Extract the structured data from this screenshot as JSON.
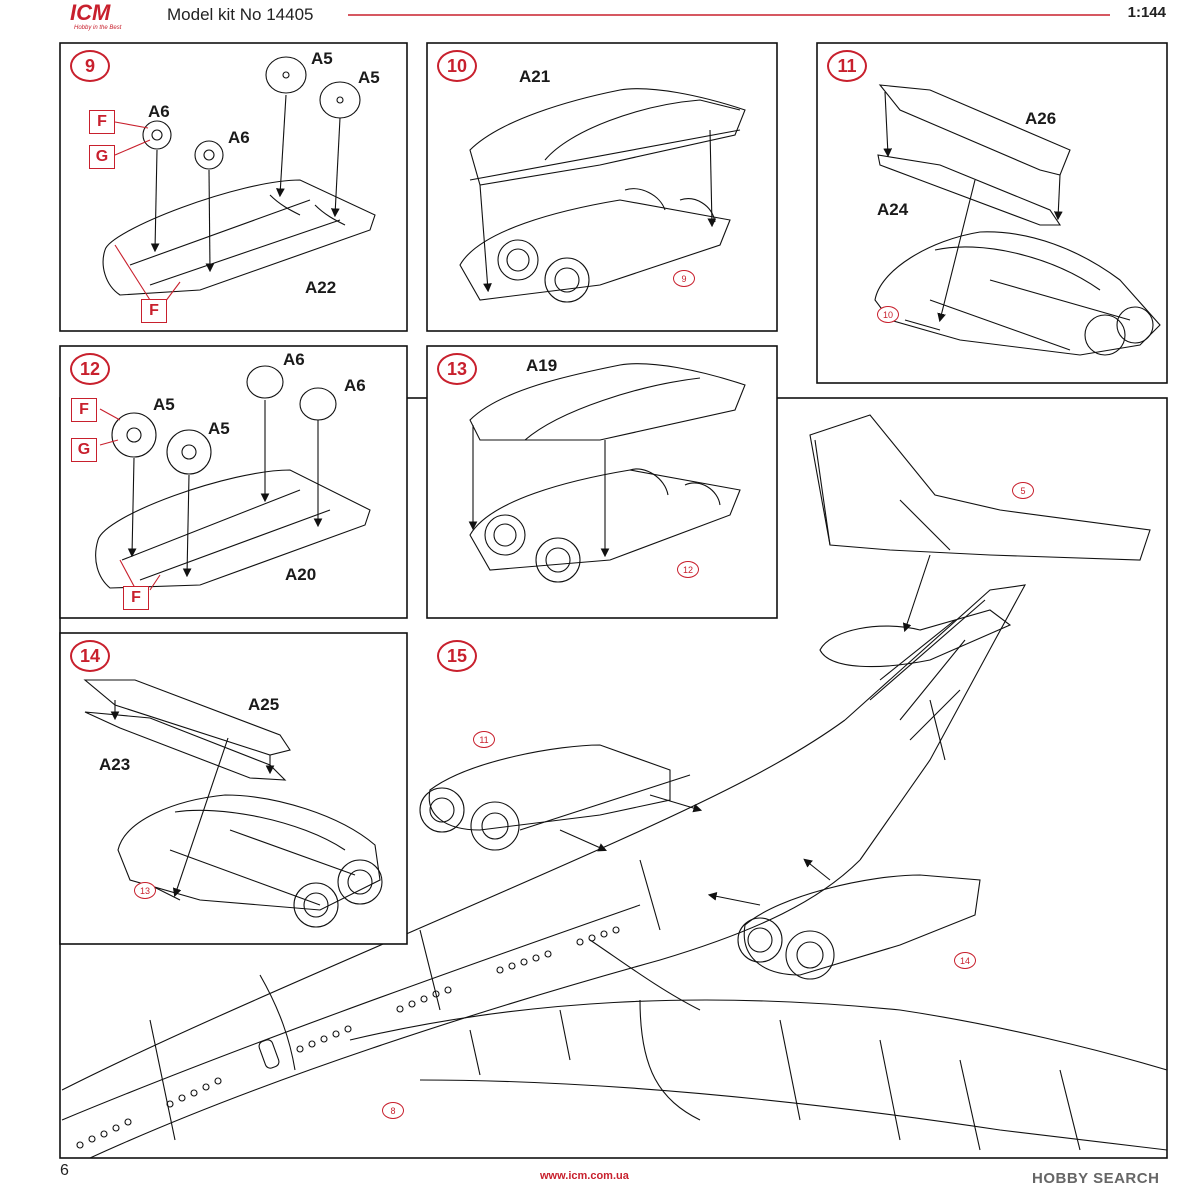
{
  "header": {
    "logo": "ICM",
    "logo_tagline": "Hobby in the Best",
    "kit_title": "Model kit No 14405",
    "scale": "1:144"
  },
  "steps": [
    {
      "number": "9",
      "parts": [
        "A5",
        "A5",
        "A6",
        "A6",
        "A22"
      ],
      "paints": [
        "F",
        "G",
        "F"
      ]
    },
    {
      "number": "10",
      "parts": [
        "A21"
      ],
      "refs": [
        "9"
      ]
    },
    {
      "number": "11",
      "parts": [
        "A26",
        "A24"
      ],
      "refs": [
        "10"
      ]
    },
    {
      "number": "12",
      "parts": [
        "A6",
        "A6",
        "A5",
        "A5",
        "A20"
      ],
      "paints": [
        "F",
        "G",
        "F"
      ]
    },
    {
      "number": "13",
      "parts": [
        "A19"
      ],
      "refs": [
        "12"
      ]
    },
    {
      "number": "14",
      "parts": [
        "A25",
        "A23"
      ],
      "refs": [
        "13"
      ]
    },
    {
      "number": "15",
      "refs": [
        "5",
        "11",
        "14",
        "8"
      ]
    }
  ],
  "footer": {
    "page_number": "6",
    "url": "www.icm.com.ua",
    "watermark": "HOBBY SEARCH"
  },
  "colors": {
    "accent": "#c8202d",
    "line": "#111111"
  }
}
